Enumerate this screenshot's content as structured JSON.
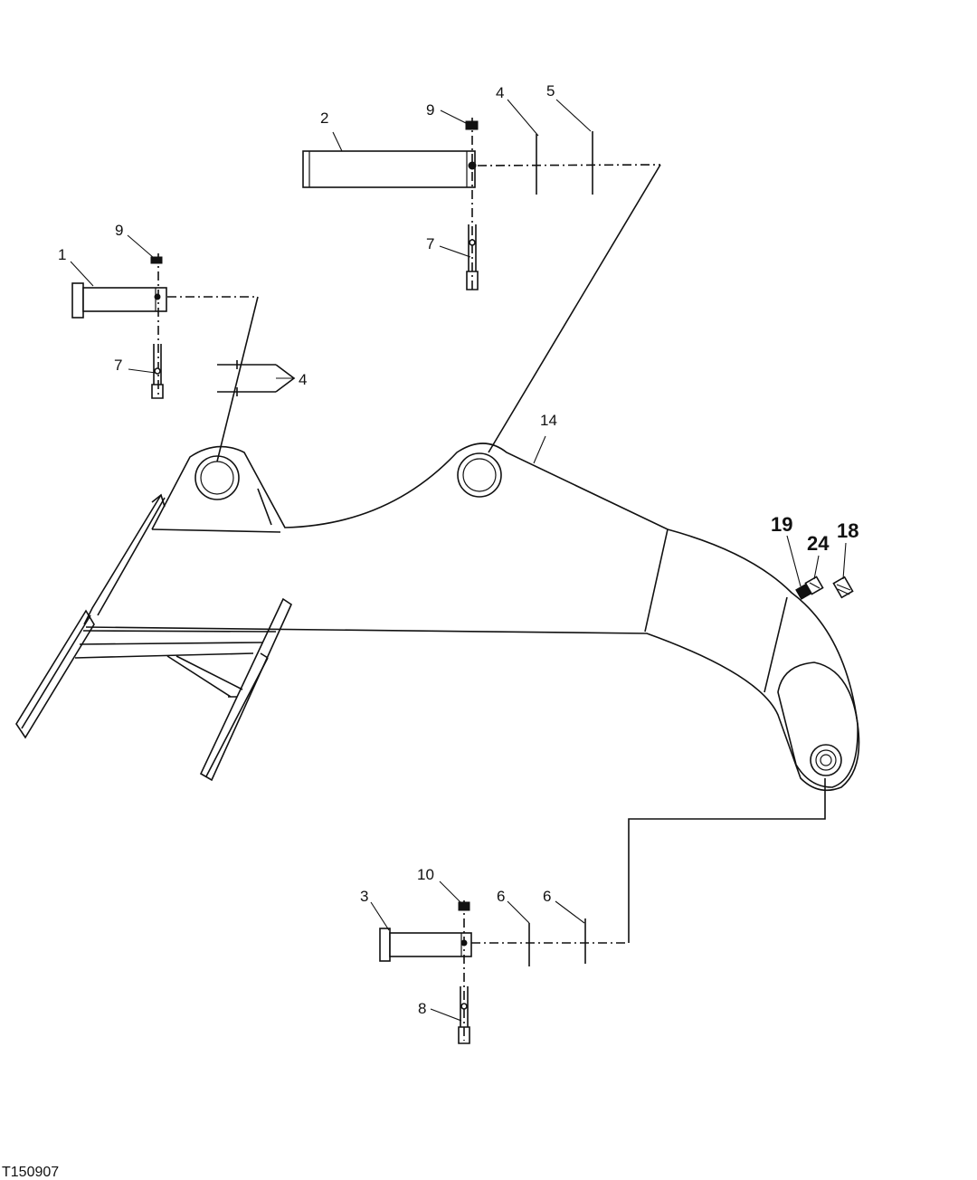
{
  "figure_id": "T150907",
  "callouts": {
    "pin_1": "1",
    "pin_2": "2",
    "pin_3": "3",
    "shim_4_top": "4",
    "shim_4_left": "4",
    "shim_5": "5",
    "shim_6_a": "6",
    "shim_6_b": "6",
    "bolt_7_left": "7",
    "bolt_7_top": "7",
    "bolt_8": "8",
    "nut_9_left": "9",
    "nut_9_top": "9",
    "nut_10": "10",
    "boom_14": "14",
    "fitting_18": "18",
    "fitting_19": "19",
    "fitting_24": "24"
  }
}
